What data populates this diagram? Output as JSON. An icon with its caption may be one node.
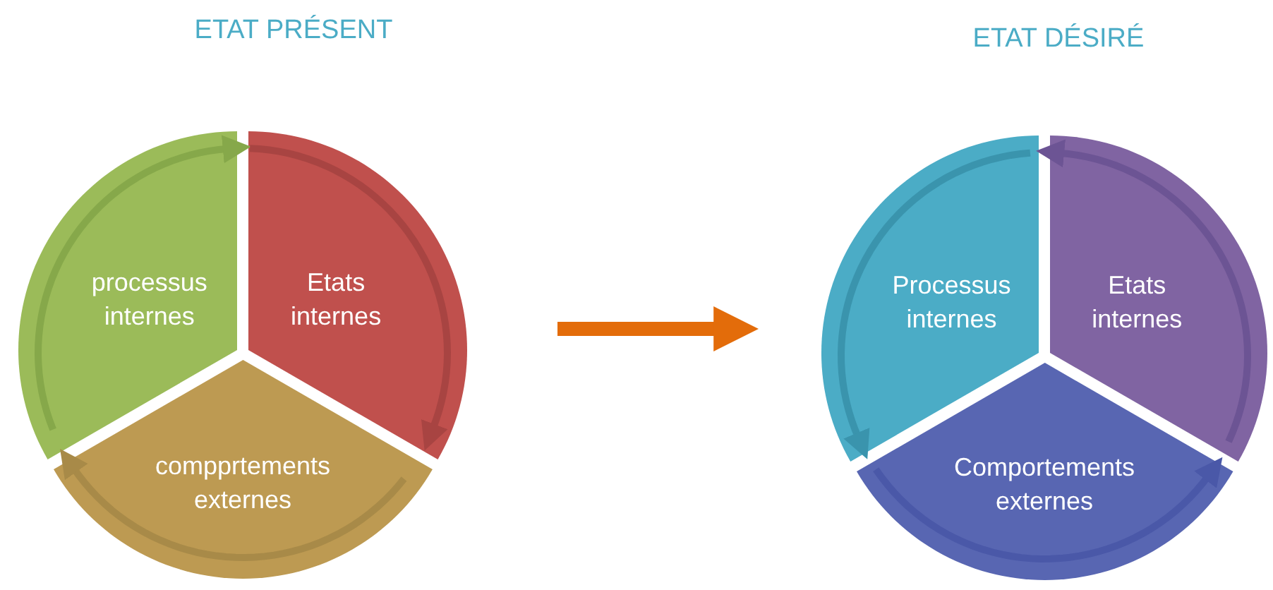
{
  "diagram": {
    "nodes": [
      {
        "text": [
          "ETAT PRÉSENT"
        ]
      },
      {
        "text": [
          "processus internes"
        ],
        "in": 0
      },
      {
        "text": [
          "Etats internes"
        ],
        "in": 0
      },
      {
        "text": [
          "compprtements externes"
        ],
        "in": 0
      },
      {
        "text": [
          "ETAT DÉSIRÉ"
        ]
      },
      {
        "text": [
          "Processus internes"
        ],
        "in": 4
      },
      {
        "text": [
          "Etats internes"
        ],
        "in": 4
      },
      {
        "text": [
          "Comportements externes"
        ],
        "in": 4
      }
    ],
    "edges": [
      {
        "from": 0,
        "to": 4,
        "arrow": "to",
        "style": "thick",
        "color": "#e36c0a"
      },
      {
        "from": 1,
        "to": 2,
        "arrow": "to",
        "color": "#86a84a"
      },
      {
        "from": 2,
        "to": 3,
        "arrow": "to",
        "color": "#a84442"
      },
      {
        "from": 3,
        "to": 1,
        "arrow": "to",
        "color": "#a88a48"
      },
      {
        "from": 6,
        "to": 5,
        "arrow": "to",
        "color": "#6c5494"
      },
      {
        "from": 5,
        "to": 7,
        "arrow": "to",
        "color": "#3a94ad"
      },
      {
        "from": 7,
        "to": 6,
        "arrow": "to",
        "color": "#4a58a8"
      }
    ]
  }
}
